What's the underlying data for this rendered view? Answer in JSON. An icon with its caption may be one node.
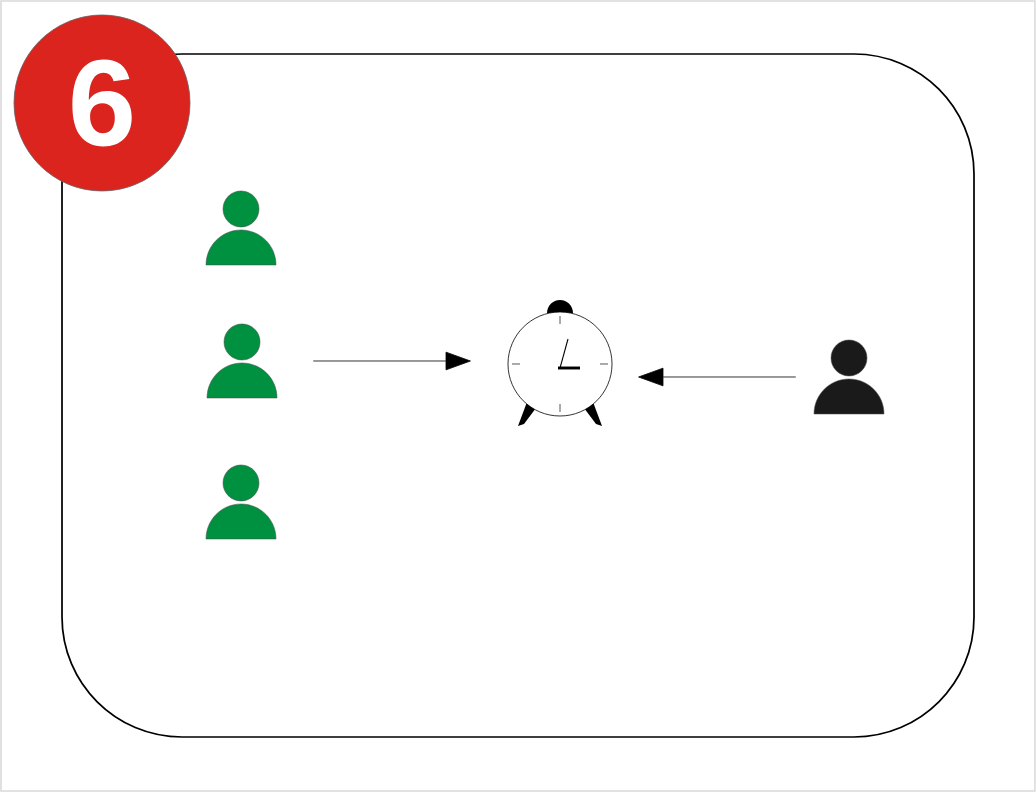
{
  "diagram": {
    "nodes": [
      {
        "text": [
          "6"
        ]
      },
      {
        "text": [],
        "shape": "person"
      },
      {
        "text": [],
        "shape": "person"
      },
      {
        "text": [],
        "shape": "person"
      },
      {
        "text": [],
        "shape": "clock"
      },
      {
        "text": [],
        "shape": "person"
      }
    ],
    "edges": [
      {
        "from": 2,
        "to": 4,
        "arrow": "to"
      },
      {
        "from": 5,
        "to": 4,
        "arrow": "to"
      }
    ]
  }
}
